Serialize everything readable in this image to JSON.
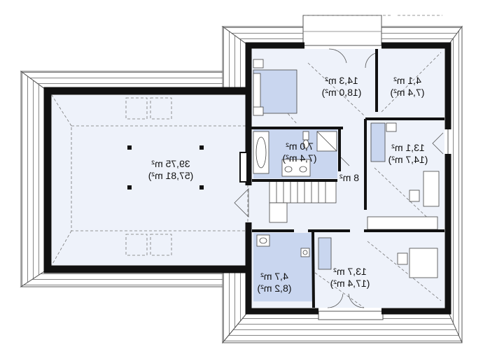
{
  "plan": {
    "rooms": [
      {
        "id": "attic-large",
        "area": "39,75 m²",
        "gross": "(57,81 m²)"
      },
      {
        "id": "bedroom-top",
        "area": "14,3 m²",
        "gross": "(18,0 m²)"
      },
      {
        "id": "closet-top",
        "area": "4,1 m²",
        "gross": "(7,4 m²)"
      },
      {
        "id": "bathroom",
        "area": "7,0 m²",
        "gross": "(7,4 m²)"
      },
      {
        "id": "hall",
        "area": "8 m²",
        "gross": ""
      },
      {
        "id": "bedroom-right",
        "area": "13,1 m²",
        "gross": "(14,7 m²)"
      },
      {
        "id": "wc",
        "area": "4,7 m²",
        "gross": "(8,2 m²)"
      },
      {
        "id": "bedroom-bottom",
        "area": "13,7 m²",
        "gross": "(17,4 m²)"
      }
    ]
  },
  "colors": {
    "wall": "#111111",
    "floor": "#eef2fa",
    "wet_room": "#c9d6ef",
    "roof_line": "#555555"
  }
}
